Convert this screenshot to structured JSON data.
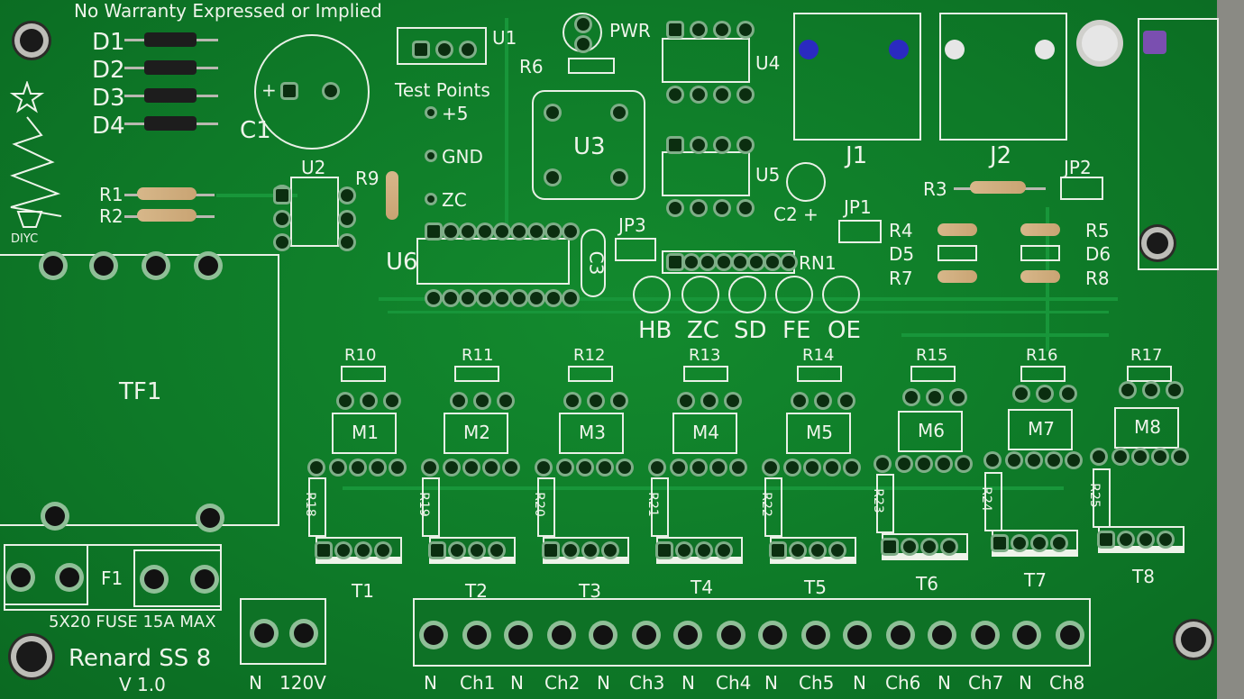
{
  "board": {
    "warranty": "No Warranty Expressed or Implied",
    "name": "Renard SS 8",
    "version": "V 1.0",
    "logo_text": "DIYC",
    "fuse_note": "5X20 FUSE 15A MAX",
    "test_points_title": "Test Points",
    "test_points": [
      "+5",
      "GND",
      "ZC"
    ],
    "diodes": [
      "D1",
      "D2",
      "D3",
      "D4"
    ],
    "leds": [
      "HB",
      "ZC",
      "SD",
      "FE",
      "OE"
    ],
    "modules": [
      "M1",
      "M2",
      "M3",
      "M4",
      "M5",
      "M6",
      "M7",
      "M8"
    ],
    "triacs": [
      "T1",
      "T2",
      "T3",
      "T4",
      "T5",
      "T6",
      "T7",
      "T8"
    ],
    "upper_resistors": [
      "R10",
      "R11",
      "R12",
      "R13",
      "R14",
      "R15",
      "R16",
      "R17"
    ],
    "lower_resistors": [
      "R18",
      "R19",
      "R20",
      "R21",
      "R22",
      "R23",
      "R24",
      "R25"
    ],
    "outputs": [
      "N",
      "Ch1",
      "N",
      "Ch2",
      "N",
      "Ch3",
      "N",
      "Ch4",
      "N",
      "Ch5",
      "N",
      "Ch6",
      "N",
      "Ch7",
      "N",
      "Ch8"
    ],
    "power_terminal": [
      "N",
      "120V"
    ],
    "labels": {
      "c1": "C1",
      "c2": "C2 +",
      "c3": "C3",
      "u1": "U1",
      "u2": "U2",
      "u3": "U3",
      "u4": "U4",
      "u5": "U5",
      "u6": "U6",
      "r1": "R1",
      "r2": "R2",
      "r3": "R3",
      "r4": "R4",
      "r5": "R5",
      "r6": "R6",
      "r7": "R7",
      "r8": "R8",
      "r9": "R9",
      "d5": "D5",
      "d6": "D6",
      "jp1": "JP1",
      "jp2": "JP2",
      "jp3": "JP3",
      "rn1": "RN1",
      "j1": "J1",
      "j2": "J2",
      "tf1": "TF1",
      "f1": "F1",
      "pwr": "PWR",
      "plus": "+"
    }
  }
}
